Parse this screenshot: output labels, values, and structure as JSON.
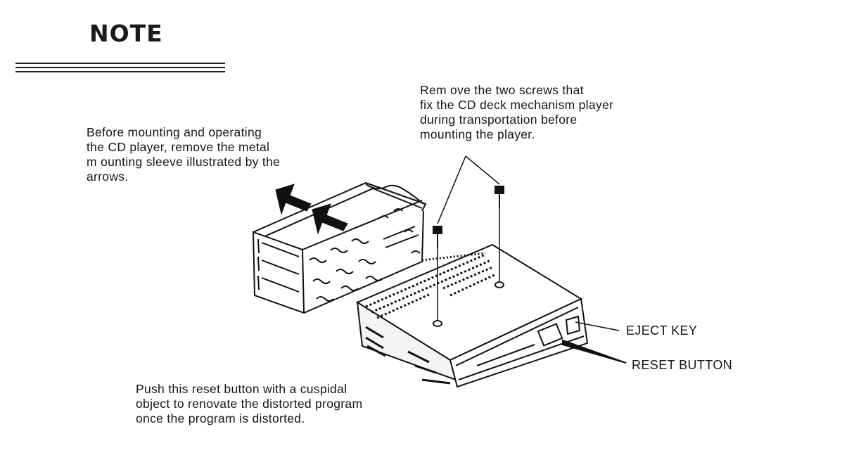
{
  "heading": "NOTE",
  "screws_note": [
    "Rem ove the two screws that",
    "fix the CD deck mechanism player",
    "during transportation before",
    "mounting the player."
  ],
  "sleeve_note": [
    "Before mounting and operating",
    "the CD player, remove the metal",
    "m ounting sleeve illustrated by the",
    "arrows."
  ],
  "labels": {
    "eject_key": "EJECT KEY",
    "reset_button": "RESET BUTTON"
  },
  "reset_note": [
    "Push this reset button with a cuspidal",
    "object to renovate the distorted program",
    "once the program is distorted."
  ]
}
